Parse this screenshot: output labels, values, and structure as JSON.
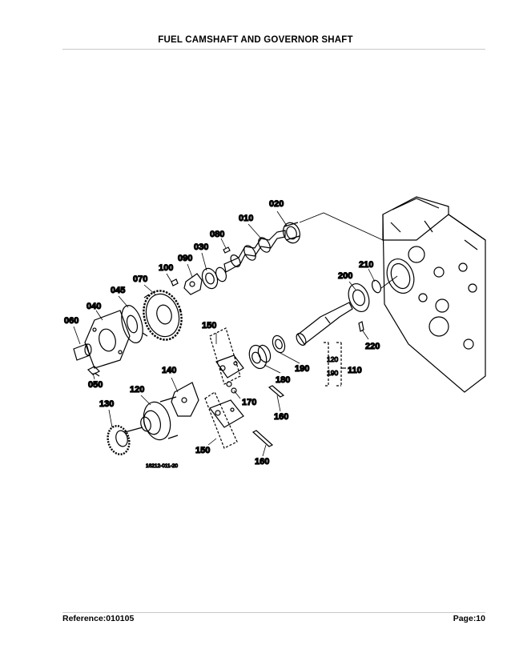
{
  "header": {
    "title": "FUEL CAMSHAFT AND GOVERNOR SHAFT"
  },
  "footer": {
    "reference": "Reference:010105",
    "page": "Page:10"
  },
  "diagram": {
    "drawing_code": "16212-011-20",
    "labels": {
      "p010": "010",
      "p020": "020",
      "p030": "030",
      "p040": "040",
      "p045": "045",
      "p050": "050",
      "p060": "060",
      "p070": "070",
      "p080": "080",
      "p090": "090",
      "p100": "100",
      "p110": "110",
      "p120": "120",
      "p130": "130",
      "p140": "140",
      "p150a": "150",
      "p150b": "150",
      "p160a": "160",
      "p160b": "160",
      "p170": "170",
      "p180": "180",
      "p190": "190",
      "p200": "200",
      "p210": "210",
      "p220": "220",
      "sub120": "120",
      "sub190": "190"
    }
  }
}
